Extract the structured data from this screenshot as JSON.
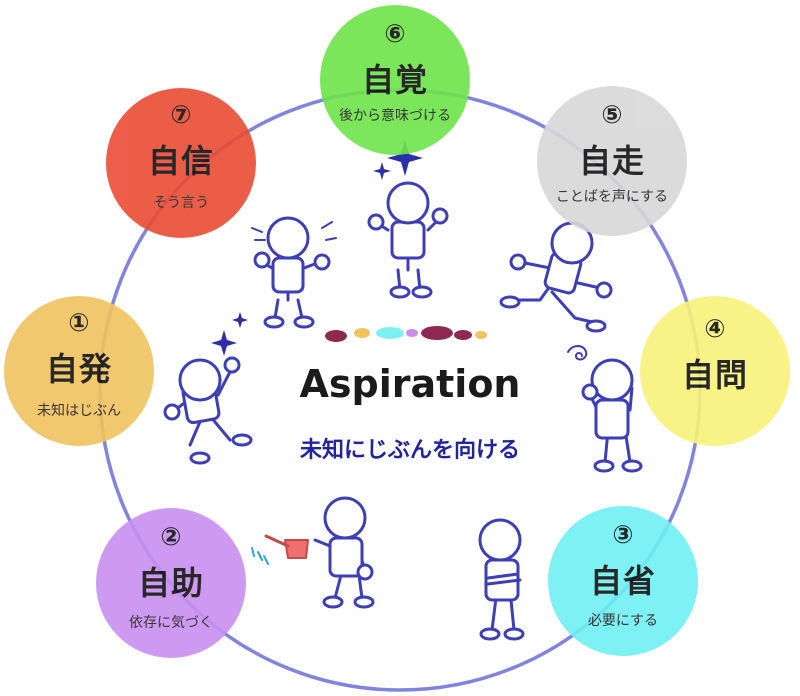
{
  "center": {
    "title": "Aspiration",
    "subtitle": "未知にじぶんを向ける"
  },
  "nodes": [
    {
      "number": "⑥",
      "title": "自覚",
      "subtitle": "後から意味づける",
      "color": "#6ee44a"
    },
    {
      "number": "⑤",
      "title": "自走",
      "subtitle": "ことばを声にする",
      "color": "#d8d8d8"
    },
    {
      "number": "④",
      "title": "自問",
      "subtitle": "",
      "color": "#f8f27a"
    },
    {
      "number": "③",
      "title": "自省",
      "subtitle": "必要にする",
      "color": "#6ff0f2"
    },
    {
      "number": "②",
      "title": "自助",
      "subtitle": "依存に気づく",
      "color": "#c98ff0"
    },
    {
      "number": "①",
      "title": "自発",
      "subtitle": "未知はじぶん",
      "color": "#f0c35e"
    },
    {
      "number": "⑦",
      "title": "自信",
      "subtitle": "そう言う",
      "color": "#ea4c35"
    }
  ],
  "colors": {
    "ring": "#6b6fd9",
    "figure": "#3c3fb5"
  }
}
